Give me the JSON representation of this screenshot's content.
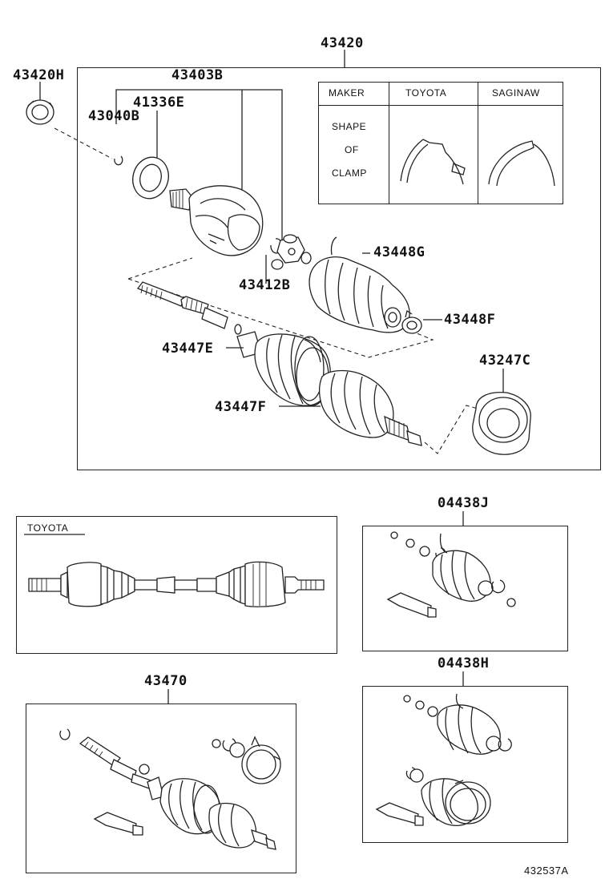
{
  "main_assembly": {
    "part_no": "43420",
    "callouts": {
      "seal": "43420H",
      "inner_joint": "43403B",
      "snap_ring_small": "43040B",
      "dust_deflector": "41336E",
      "snap_ring": "43412B",
      "inner_boot": "43448G",
      "inner_clamp": "43448F",
      "outer_boot": "43447E",
      "outer_clamp": "43447F",
      "dust_cover": "43247C"
    },
    "clamp_table": {
      "headers": [
        "MAKER",
        "TOYOTA",
        "SAGINAW"
      ],
      "row_label_lines": [
        "SHAPE",
        "OF",
        "CLAMP"
      ]
    }
  },
  "toyota_panel": {
    "label": "TOYOTA"
  },
  "inner_boot_kit": {
    "part_no": "04438J"
  },
  "outer_boot_kit": {
    "part_no": "04438H"
  },
  "shaft_assembly": {
    "part_no": "43470"
  },
  "illustration_no": "432537A"
}
